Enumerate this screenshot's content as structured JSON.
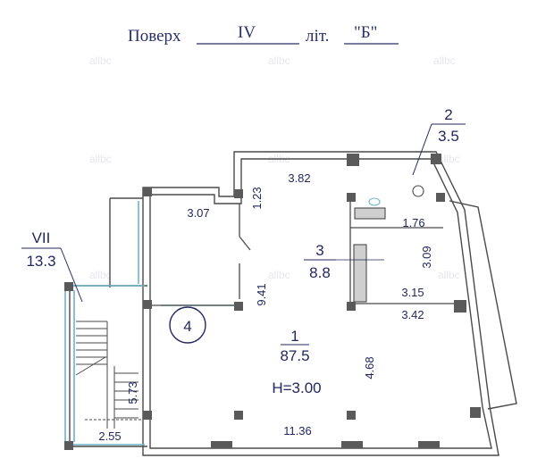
{
  "header": {
    "floor_label": "Поверх",
    "floor_value": "IV",
    "lit_label": "літ.",
    "lit_value": "\"Б\""
  },
  "watermark": "allbc",
  "rooms": {
    "r1": {
      "number": "1",
      "area": "87.5",
      "height": "H=3.00"
    },
    "r2": {
      "number": "2",
      "area": "3.5"
    },
    "r3": {
      "number": "3",
      "area": "8.8"
    },
    "r4": {
      "number": "4"
    },
    "stair": {
      "number": "VII",
      "area": "13.3"
    }
  },
  "dimensions": {
    "d_382": "3.82",
    "d_123": "1.23",
    "d_307": "3.07",
    "d_176": "1.76",
    "d_309": "3.09",
    "d_941": "9.41",
    "d_315": "3.15",
    "d_342": "3.42",
    "d_468": "4.68",
    "d_573": "5.73",
    "d_1136": "11.36",
    "d_255": "2.55"
  },
  "colors": {
    "ink": "#23275e",
    "wall": "#4a4a4a",
    "column": "#5a5a5a",
    "glazing": "#6fb4c6"
  }
}
